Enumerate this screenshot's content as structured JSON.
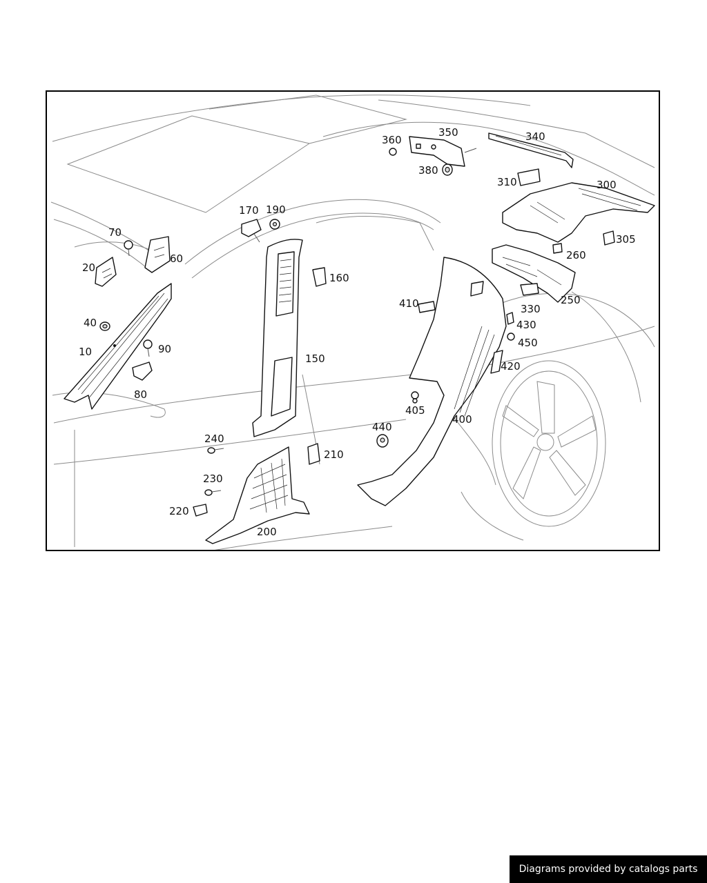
{
  "diagram": {
    "part_labels": [
      {
        "id": "p10",
        "text": "10"
      },
      {
        "id": "p20",
        "text": "20"
      },
      {
        "id": "p40",
        "text": "40"
      },
      {
        "id": "p60",
        "text": "60"
      },
      {
        "id": "p70",
        "text": "70"
      },
      {
        "id": "p80",
        "text": "80"
      },
      {
        "id": "p90",
        "text": "90"
      },
      {
        "id": "p150",
        "text": "150"
      },
      {
        "id": "p160",
        "text": "160"
      },
      {
        "id": "p170",
        "text": "170"
      },
      {
        "id": "p190",
        "text": "190"
      },
      {
        "id": "p200",
        "text": "200"
      },
      {
        "id": "p210",
        "text": "210"
      },
      {
        "id": "p220",
        "text": "220"
      },
      {
        "id": "p230",
        "text": "230"
      },
      {
        "id": "p240",
        "text": "240"
      },
      {
        "id": "p250",
        "text": "250"
      },
      {
        "id": "p260",
        "text": "260"
      },
      {
        "id": "p300",
        "text": "300"
      },
      {
        "id": "p305",
        "text": "305"
      },
      {
        "id": "p310",
        "text": "310"
      },
      {
        "id": "p330",
        "text": "330"
      },
      {
        "id": "p340",
        "text": "340"
      },
      {
        "id": "p350",
        "text": "350"
      },
      {
        "id": "p360",
        "text": "360"
      },
      {
        "id": "p380",
        "text": "380"
      },
      {
        "id": "p400",
        "text": "400"
      },
      {
        "id": "p405",
        "text": "405"
      },
      {
        "id": "p410",
        "text": "410"
      },
      {
        "id": "p420",
        "text": "420"
      },
      {
        "id": "p430",
        "text": "430"
      },
      {
        "id": "p440",
        "text": "440"
      },
      {
        "id": "p450",
        "text": "450"
      }
    ]
  },
  "footer": {
    "credit": "Diagrams provided by catalogs parts"
  },
  "colors": {
    "line": "#111111",
    "background": "#ffffff",
    "badge": "#000000"
  }
}
